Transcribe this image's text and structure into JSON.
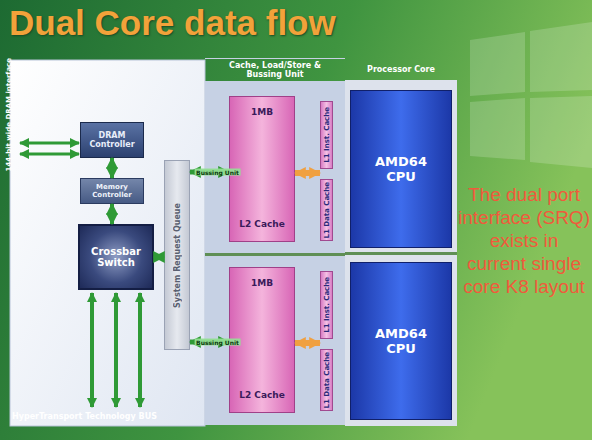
{
  "diagram": {
    "title": "Dual Core data flow",
    "nodes": [
      {
        "text": [
          "DRAM Controller"
        ]
      },
      {
        "text": [
          "Memory Controller"
        ]
      },
      {
        "text": [
          "Crossbar Switch"
        ]
      },
      {
        "text": [
          "System Request Queue"
        ]
      },
      {
        "text": [
          "Cache, Load/Store & Bussing Unit"
        ]
      },
      {
        "text": [
          "Processor Core"
        ]
      },
      {
        "text": [
          "1MB",
          "L2 Cache"
        ],
        "in": 4
      },
      {
        "text": [
          "L1 Inst. Cache"
        ],
        "in": 4
      },
      {
        "text": [
          "L1 Data Cache"
        ],
        "in": 4
      },
      {
        "text": [
          "AMD64 CPU"
        ],
        "in": 5
      },
      {
        "text": [
          "1MB",
          "L2 Cache"
        ],
        "in": 4
      },
      {
        "text": [
          "L1 Inst. Cache"
        ],
        "in": 4
      },
      {
        "text": [
          "L1 Data Cache"
        ],
        "in": 4
      },
      {
        "text": [
          "AMD64 CPU"
        ],
        "in": 5
      }
    ],
    "edges": [
      {
        "from": 0,
        "to": 1,
        "arrow": "both"
      },
      {
        "from": 1,
        "to": 2,
        "arrow": "both"
      },
      {
        "from": 2,
        "to": 3,
        "arrow": "both"
      },
      {
        "from": 3,
        "to": 6,
        "label": "Bussing Unit",
        "arrow": "both"
      },
      {
        "from": 3,
        "to": 10,
        "label": "Bussing Unit",
        "arrow": "both"
      },
      {
        "from": 6,
        "to": 8,
        "arrow": "both"
      },
      {
        "from": 10,
        "to": 12,
        "arrow": "both"
      }
    ],
    "labels": [
      "144-bit wide DRAM interface",
      "HyperTransport Technology BUS",
      "The dual port interface (SRQ) exists in current single core K8 layout"
    ]
  }
}
